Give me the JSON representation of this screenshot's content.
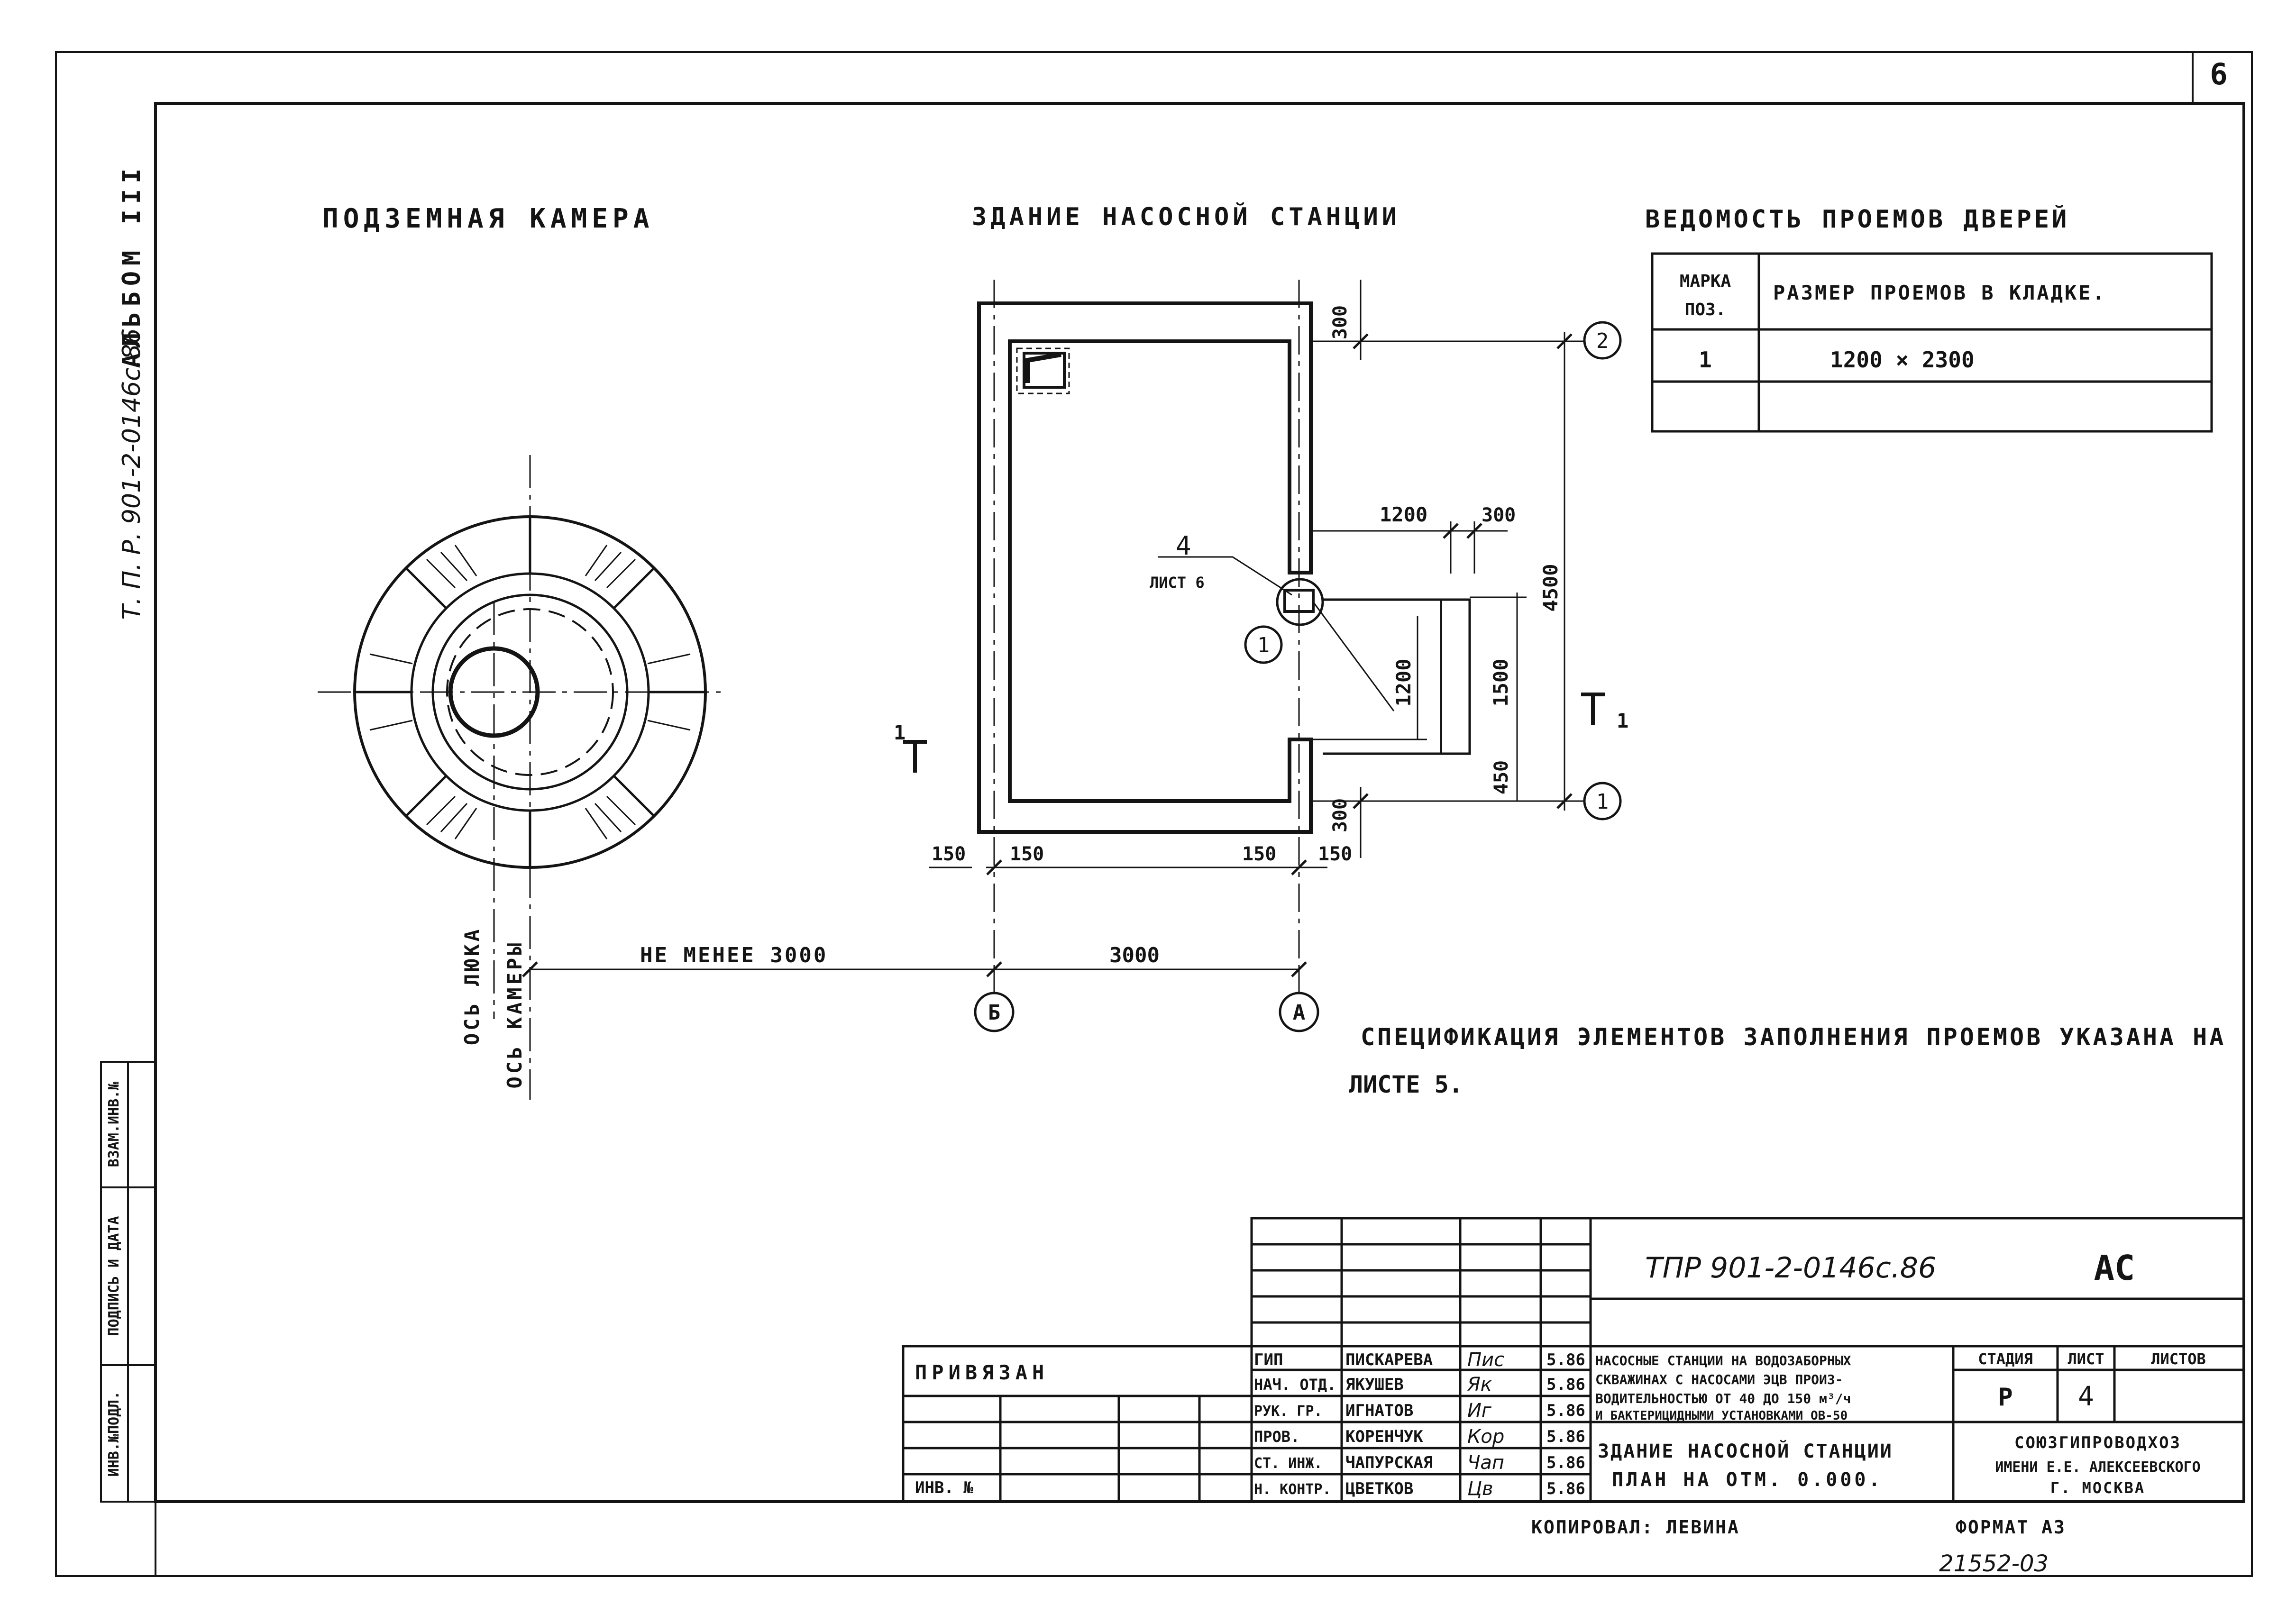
{
  "sheet": {
    "page_number": "6",
    "album": "АЛЬБОМ III",
    "project_code_side": "Т. П. Р. 901-2-0146с.86"
  },
  "left_margin_labels": [
    "ИНВ.№ПОДЛ.",
    "ПОДПИСЬ И ДАТА",
    "ВЗАМ.ИНВ.№"
  ],
  "chamber": {
    "title": "ПОДЗЕМНАЯ КАМЕРА",
    "axis_hatch_label": "ОСЬ ЛЮКА",
    "axis_chamber_label": "ОСЬ КАМЕРЫ"
  },
  "building": {
    "title": "ЗДАНИЕ НАСОСНОЙ СТАНЦИИ",
    "dims": {
      "top_wall": "300",
      "bottom_wall": "300",
      "door_width": "1200",
      "door_side": "300",
      "total_height": "4500",
      "porch_length": "1500",
      "porch_offset": "450",
      "wall_1200": "1200",
      "bottom_150_a": "150",
      "bottom_150_b": "150",
      "bottom_150_c": "150",
      "bottom_150_d": "150",
      "min_distance": "НЕ МЕНЕЕ 3000",
      "axis_distance": "3000"
    },
    "callout_number": "4",
    "callout_sheet": "ЛИСТ 6",
    "door_mark": "1",
    "axis_marks": [
      "2",
      "1",
      "Б",
      "А"
    ],
    "section_mark": "1"
  },
  "door_table": {
    "title": "ВЕДОМОСТЬ ПРОЕМОВ ДВЕРЕЙ",
    "header_mark": [
      "МАРКА",
      "ПОЗ."
    ],
    "header_size": "РАЗМЕР ПРОЕМОВ В КЛАДКЕ.",
    "rows": [
      [
        "1",
        "1200 × 2300"
      ],
      [
        "",
        ""
      ]
    ]
  },
  "note": {
    "line1": "СПЕЦИФИКАЦИЯ ЭЛЕМЕНТОВ ЗАПОЛНЕНИЯ ПРОЕМОВ УКАЗАНА НА",
    "line2": "ЛИСТЕ 5."
  },
  "titleblock": {
    "code": "ТПР 901-2-0146с.86",
    "mark": "АС",
    "privyazan": "ПРИВЯЗАН",
    "inv_no": "ИНВ. №",
    "roles": [
      {
        "role": "ГИП",
        "name": "ПИСКАРЕВА",
        "sign": "Пис",
        "date": "5.86"
      },
      {
        "role": "НАЧ. ОТД.",
        "name": "ЯКУШЕВ",
        "sign": "Як",
        "date": "5.86"
      },
      {
        "role": "РУК. ГР.",
        "name": "ИГНАТОВ",
        "sign": "Иг",
        "date": "5.86"
      },
      {
        "role": "ПРОВ.",
        "name": "КОРЕНЧУК",
        "sign": "Кор",
        "date": "5.86"
      },
      {
        "role": "СТ. ИНЖ.",
        "name": "ЧАПУРСКАЯ",
        "sign": "Чап",
        "date": "5.86"
      },
      {
        "role": "Н. КОНТР.",
        "name": "ЦВЕТКОВ",
        "sign": "Цв",
        "date": "5.86"
      }
    ],
    "project_desc": [
      "НАСОСНЫЕ СТАНЦИИ НА ВОДОЗАБОРНЫХ",
      "СКВАЖИНАХ С НАСОСАМИ ЭЦВ ПРОИЗ-",
      "ВОДИТЕЛЬНОСТЬЮ ОТ 40 ДО 150 м³/ч",
      "И БАКТЕРИЦИДНЫМИ УСТАНОВКАМИ ОВ-50"
    ],
    "sheet_title": [
      "ЗДАНИЕ НАСОСНОЙ СТАНЦИИ",
      "ПЛАН НА ОТМ. 0.000."
    ],
    "stage_header": "СТАДИЯ",
    "sheet_header": "ЛИСТ",
    "sheets_header": "ЛИСТОВ",
    "stage": "Р",
    "sheet_no": "4",
    "org": [
      "СОЮЗГИПРОВОДХОЗ",
      "ИМЕНИ Е.Е. АЛЕКСЕЕВСКОГО",
      "Г. МОСКВА"
    ],
    "copied": "КОПИРОВАЛ: ЛЕВИНА",
    "format": "ФОРМАТ А3",
    "number": "21552-03"
  }
}
